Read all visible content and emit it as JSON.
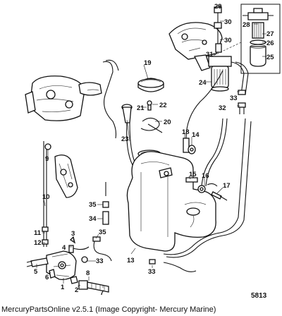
{
  "diagram": {
    "reference_code": "5813",
    "credit": "MercuryPartsOnline v2.5.1 (Image Copyright- Mercury Marine)",
    "callouts": [
      {
        "id": "c29",
        "label": "29"
      },
      {
        "id": "c30a",
        "label": "30"
      },
      {
        "id": "c28",
        "label": "28"
      },
      {
        "id": "c27",
        "label": "27"
      },
      {
        "id": "c26",
        "label": "26"
      },
      {
        "id": "c25",
        "label": "25"
      },
      {
        "id": "c30b",
        "label": "30"
      },
      {
        "id": "c31",
        "label": "31"
      },
      {
        "id": "c24",
        "label": "24"
      },
      {
        "id": "c33a",
        "label": "33"
      },
      {
        "id": "c32",
        "label": "32"
      },
      {
        "id": "c19",
        "label": "19"
      },
      {
        "id": "c21",
        "label": "21"
      },
      {
        "id": "c22",
        "label": "22"
      },
      {
        "id": "c20",
        "label": "20"
      },
      {
        "id": "c23",
        "label": "23"
      },
      {
        "id": "c18",
        "label": "18"
      },
      {
        "id": "c14",
        "label": "14"
      },
      {
        "id": "c9",
        "label": "9"
      },
      {
        "id": "c15",
        "label": "15"
      },
      {
        "id": "c16",
        "label": "16"
      },
      {
        "id": "c17",
        "label": "17"
      },
      {
        "id": "c10",
        "label": "10"
      },
      {
        "id": "c35a",
        "label": "35"
      },
      {
        "id": "c34",
        "label": "34"
      },
      {
        "id": "c11",
        "label": "11"
      },
      {
        "id": "c12",
        "label": "12"
      },
      {
        "id": "c3",
        "label": "3"
      },
      {
        "id": "c4",
        "label": "4"
      },
      {
        "id": "c35b",
        "label": "35"
      },
      {
        "id": "c13",
        "label": "13"
      },
      {
        "id": "c33b",
        "label": "33"
      },
      {
        "id": "c5",
        "label": "5"
      },
      {
        "id": "c6",
        "label": "6"
      },
      {
        "id": "c2",
        "label": "2"
      },
      {
        "id": "c8",
        "label": "8"
      },
      {
        "id": "c7",
        "label": "7"
      },
      {
        "id": "c1",
        "label": "1"
      },
      {
        "id": "c33c",
        "label": "33"
      }
    ]
  }
}
